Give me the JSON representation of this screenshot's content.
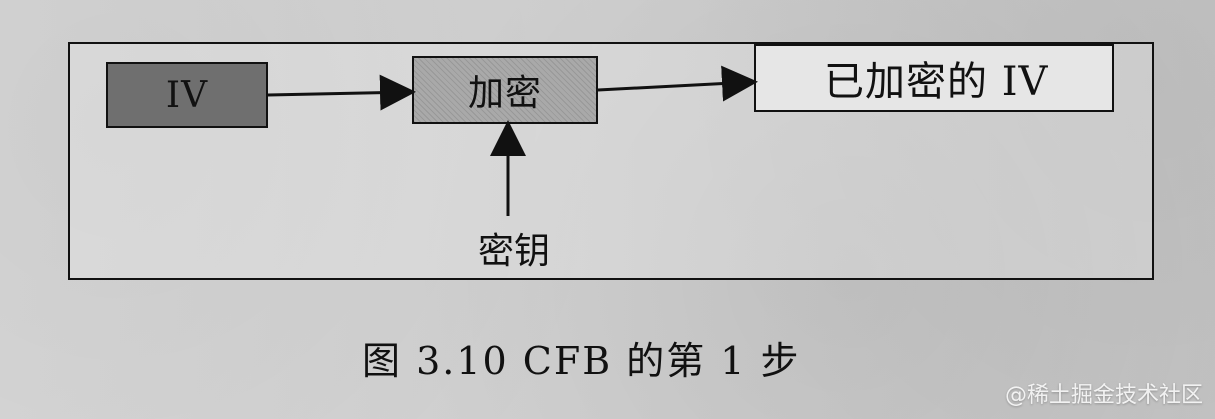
{
  "diagram": {
    "nodes": {
      "iv": "IV",
      "encrypt": "加密",
      "encrypted_iv": "已加密的 IV",
      "key": "密钥"
    },
    "caption": "图 3.10   CFB 的第 1 步"
  },
  "watermark": "@稀土掘金技术社区"
}
